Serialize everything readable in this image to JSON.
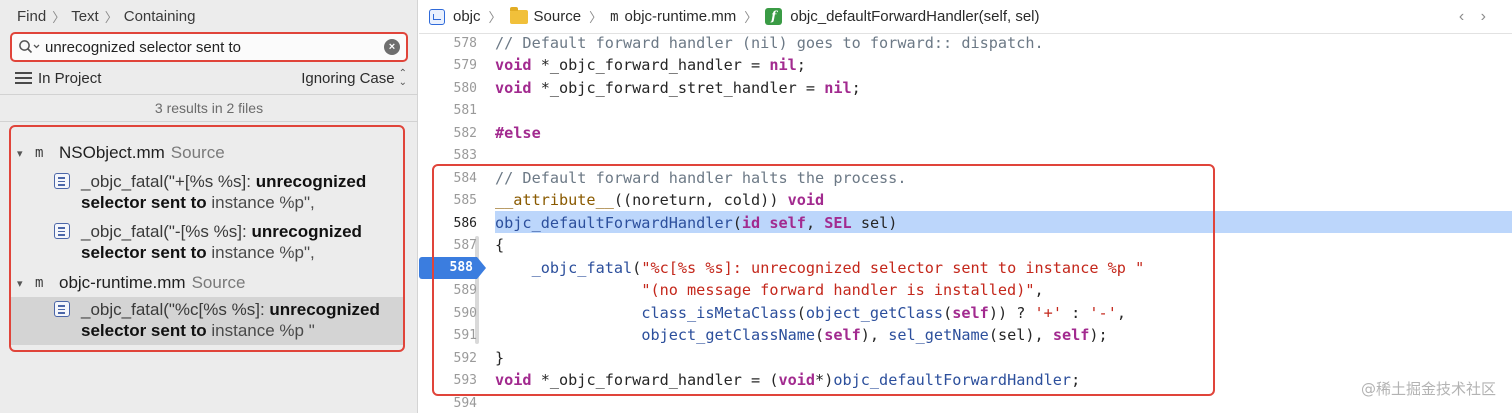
{
  "navigator": {
    "breadcrumb": [
      "Find",
      "Text",
      "Containing"
    ],
    "search": {
      "value": "unrecognized selector sent to"
    },
    "scope": {
      "label": "In Project",
      "case": "Ignoring Case"
    },
    "summary": "3 results in 2 files",
    "groups": [
      {
        "file": "NSObject.mm",
        "kind": "Source",
        "matches": [
          {
            "pre": "_objc_fatal(\"+[%s %s]: ",
            "bold": "unrecognized selector sent to",
            "post": " instance %p\","
          },
          {
            "pre": "_objc_fatal(\"-[%s %s]: ",
            "bold": "unrecognized selector sent to",
            "post": " instance %p\","
          }
        ]
      },
      {
        "file": "objc-runtime.mm",
        "kind": "Source",
        "matches": [
          {
            "pre": "_objc_fatal(\"%c[%s %s]: ",
            "bold": "unrecognized selector sent to",
            "post": " instance %p \""
          }
        ]
      }
    ]
  },
  "jumpbar": {
    "project": "objc",
    "folder": "Source",
    "file": "objc-runtime.mm",
    "symbol": "objc_defaultForwardHandler(self, sel)"
  },
  "editor": {
    "line_numbers": [
      "578",
      "579",
      "580",
      "581",
      "582",
      "583",
      "584",
      "585",
      "586",
      "587",
      "588",
      "589",
      "590",
      "591",
      "592",
      "593",
      "594"
    ],
    "current_line": "586",
    "breakpoint_line": "588"
  },
  "watermark": "@稀土掘金技术社区",
  "colors": {
    "highlight_box": "#e0443a",
    "keyword": "#a22a8f",
    "comment": "#6c7986",
    "string": "#c4271b",
    "function": "#2c4f9c",
    "breakpoint": "#3b7ddf",
    "line_highlight": "#bcd6fb"
  }
}
